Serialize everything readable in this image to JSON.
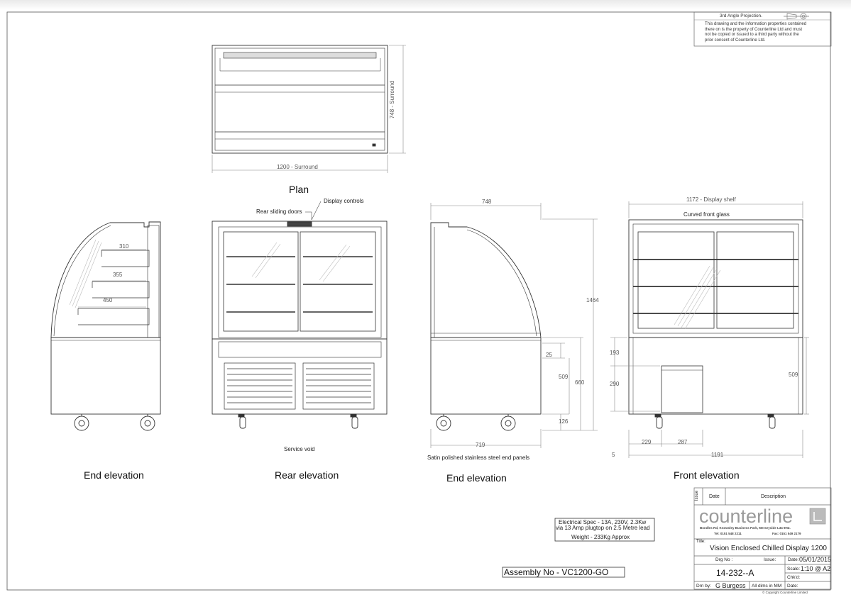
{
  "projection": {
    "label": "3rd Angle Projection.",
    "notice": [
      "This drawing and the information properties contained",
      "there on is the property of Counterline Ltd and must",
      "not be copied or issued to a third party without the",
      "prior consent of Counterline Ltd."
    ]
  },
  "views": {
    "plan": {
      "title": "Plan",
      "width_dim": "1200 - Surround",
      "depth_dim": "748 - Surround"
    },
    "end_left": {
      "title": "End elevation",
      "shelf_dims": [
        "310",
        "355",
        "450"
      ]
    },
    "rear": {
      "title": "Rear elevation",
      "label_doors": "Rear sliding doors",
      "label_controls": "Display controls",
      "label_void": "Service void"
    },
    "end_right": {
      "title": "End elevation",
      "dims": {
        "depth_top": "748",
        "height_total": "1464",
        "base_height": "660",
        "top_to_rail": "25",
        "rail_to_base": "509",
        "plinth": "126",
        "base_depth": "719"
      },
      "note": "Satin polished stainless steel end panels"
    },
    "front": {
      "title": "Front elevation",
      "shelf_dim": "1172 - Display shelf",
      "glass_label": "Curved front glass",
      "dims": {
        "d193": "193",
        "d290": "290",
        "d509": "509",
        "d229": "229",
        "d287": "287",
        "d5": "5",
        "d1191": "1191"
      }
    }
  },
  "electrical": {
    "lines": [
      "Electrical Spec - 13A, 230V, 2.3Kw",
      "via 13 Amp plugtop on 2.5 Metre lead"
    ],
    "weight": "Weight - 233Kg Approx"
  },
  "assembly": "Assembly No - VC1200-GO",
  "title_block": {
    "issue_header": "Issue",
    "date_header": "Date",
    "description_header": "Description",
    "logo": "counterline",
    "address_line": "Bondles Rd, Knowsley Business Park, Merseyside L34 9HZ.",
    "tel": "Tel: 0151 548 2211",
    "fax": "Fax: 0151 549 2179",
    "title_label": "Title:",
    "title": "Vision Enclosed Chilled Display 1200",
    "drg_label": "Drg No :",
    "drg_no": "14-232--A",
    "issue_label": "Issue:",
    "date_label": "Date:",
    "date": "05/01/2015",
    "scale_label": "Scale:",
    "scale": "1:10 @ A2",
    "chkd_label": "Chk'd:",
    "drn_label": "Drn by:",
    "drn_by": "G Burgess",
    "dims_note": "All dims in MM",
    "date2_label": "Date:",
    "copyright": "©   Copyright Counterline Limited"
  }
}
